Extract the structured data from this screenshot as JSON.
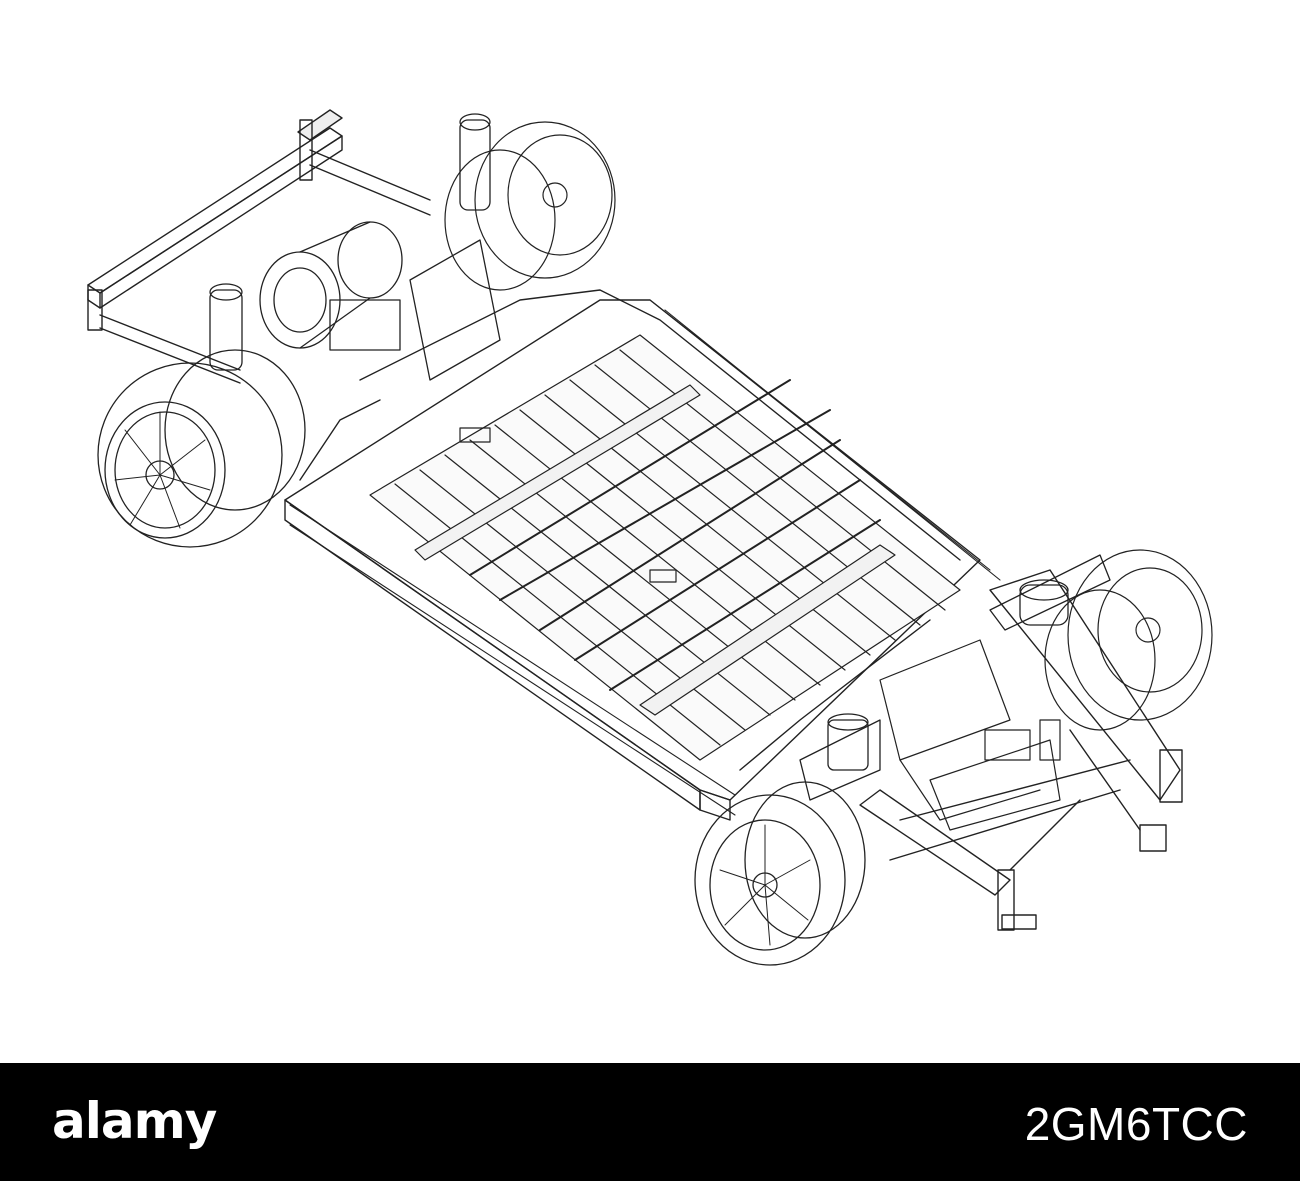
{
  "footer": {
    "brand": "alamy",
    "image_id": "2GM6TCC"
  },
  "colors": {
    "background": "#ffffff",
    "footer_bg": "#000000",
    "line": "#222222",
    "footer_text": "#ffffff"
  },
  "icons": {
    "illustration": "ev-chassis-wireframe-drawing"
  }
}
